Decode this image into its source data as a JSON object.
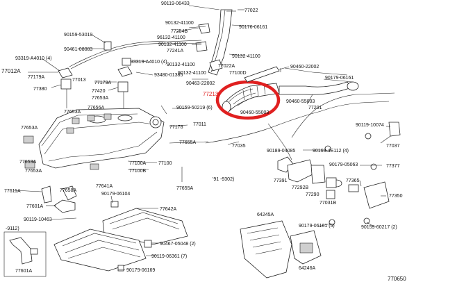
{
  "diagram_id": "770650",
  "highlight": {
    "part_number": "77213",
    "color": "#e02020"
  },
  "date_note": "'91 -9302)",
  "inset_note": "-9112)",
  "labels": [
    {
      "id": "l1",
      "text": "90119-06433"
    },
    {
      "id": "l2",
      "text": "77022"
    },
    {
      "id": "l3",
      "text": "90132-41100"
    },
    {
      "id": "l4",
      "text": "77254B"
    },
    {
      "id": "l5",
      "text": "90176-06161"
    },
    {
      "id": "l6",
      "text": "96132-41100"
    },
    {
      "id": "l7",
      "text": "90159-53019"
    },
    {
      "id": "l8",
      "text": "90132-41100"
    },
    {
      "id": "l9",
      "text": "90461-08083"
    },
    {
      "id": "l10",
      "text": "77241A"
    },
    {
      "id": "l11",
      "text": "90132-41100"
    },
    {
      "id": "l12",
      "text": "93319-A4010 (4)"
    },
    {
      "id": "l13",
      "text": "93319-A4010 (4)"
    },
    {
      "id": "l14",
      "text": "90132-41100"
    },
    {
      "id": "l15",
      "text": "77022A"
    },
    {
      "id": "l16",
      "text": "77012A"
    },
    {
      "id": "l17",
      "text": "93480-01385"
    },
    {
      "id": "l18",
      "text": "90132-41100"
    },
    {
      "id": "l19",
      "text": "77100D"
    },
    {
      "id": "l20",
      "text": "90460-22002"
    },
    {
      "id": "l21",
      "text": "77179A"
    },
    {
      "id": "l22",
      "text": "77013"
    },
    {
      "id": "l23",
      "text": "77179A"
    },
    {
      "id": "l24",
      "text": "90463-22002"
    },
    {
      "id": "l25",
      "text": "90179-06161"
    },
    {
      "id": "l26",
      "text": "77380"
    },
    {
      "id": "l27",
      "text": "77420"
    },
    {
      "id": "l28",
      "text": "77213"
    },
    {
      "id": "l29",
      "text": "90460-55003"
    },
    {
      "id": "l30",
      "text": "90460-55003"
    },
    {
      "id": "l31",
      "text": "77201"
    },
    {
      "id": "l32",
      "text": "77653A"
    },
    {
      "id": "l33",
      "text": "77653A"
    },
    {
      "id": "l34",
      "text": "77656A"
    },
    {
      "id": "l35",
      "text": "90159-50219 (6)"
    },
    {
      "id": "l36",
      "text": "77178"
    },
    {
      "id": "l37",
      "text": "77011"
    },
    {
      "id": "l38",
      "text": "90119-10074"
    },
    {
      "id": "l39",
      "text": "77653A"
    },
    {
      "id": "l40",
      "text": "77655A"
    },
    {
      "id": "l41",
      "text": "77035"
    },
    {
      "id": "l42",
      "text": "77037"
    },
    {
      "id": "l43",
      "text": "90189-04085"
    },
    {
      "id": "l44",
      "text": "90168-4E112 (4)"
    },
    {
      "id": "l45",
      "text": "77653A"
    },
    {
      "id": "l46",
      "text": "77100A"
    },
    {
      "id": "l47",
      "text": "77100"
    },
    {
      "id": "l48",
      "text": "77100B"
    },
    {
      "id": "l49",
      "text": "90179-05063"
    },
    {
      "id": "l50",
      "text": "77377"
    },
    {
      "id": "l51",
      "text": "77653A"
    },
    {
      "id": "l52",
      "text": "77655A"
    },
    {
      "id": "l53",
      "text": "77391"
    },
    {
      "id": "l54",
      "text": "77292B"
    },
    {
      "id": "l55",
      "text": "77365"
    },
    {
      "id": "l56",
      "text": "77611A"
    },
    {
      "id": "l57",
      "text": "77658A"
    },
    {
      "id": "l58",
      "text": "77641A"
    },
    {
      "id": "l59",
      "text": "77290"
    },
    {
      "id": "l60",
      "text": "77350"
    },
    {
      "id": "l61",
      "text": "90179-06104"
    },
    {
      "id": "l62",
      "text": "77601A"
    },
    {
      "id": "l63",
      "text": "77642A"
    },
    {
      "id": "l64",
      "text": "77031B"
    },
    {
      "id": "l65",
      "text": "90119-10463"
    },
    {
      "id": "l66",
      "text": "64245A"
    },
    {
      "id": "l67",
      "text": "90179-06161 (5)"
    },
    {
      "id": "l68",
      "text": "90159-60217 (2)"
    },
    {
      "id": "l69",
      "text": "90467-05048 (2)"
    },
    {
      "id": "l70",
      "text": "77601A"
    },
    {
      "id": "l71",
      "text": "90119-06361 (7)"
    },
    {
      "id": "l72",
      "text": "64246A"
    },
    {
      "id": "l73",
      "text": "90179-06169"
    }
  ]
}
